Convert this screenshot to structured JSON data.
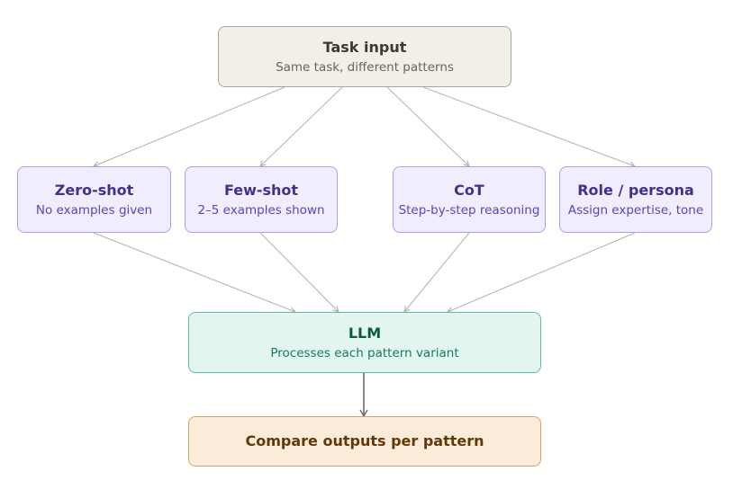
{
  "task": {
    "title": "Task input",
    "subtitle": "Same task, different patterns"
  },
  "patterns": [
    {
      "title": "Zero-shot",
      "subtitle": "No examples given"
    },
    {
      "title": "Few-shot",
      "subtitle": "2–5 examples shown"
    },
    {
      "title": "CoT",
      "subtitle": "Step-by-step reasoning"
    },
    {
      "title": "Role / persona",
      "subtitle": "Assign expertise, tone"
    }
  ],
  "llm": {
    "title": "LLM",
    "subtitle": "Processes each pattern variant"
  },
  "output": {
    "title": "Compare outputs per pattern"
  },
  "colors": {
    "task_fill": "#f1efe8",
    "pattern_fill": "#efedfe",
    "llm_fill": "#e2f6ee",
    "output_fill": "#faecd9",
    "arrow": "#b4b2aa"
  }
}
